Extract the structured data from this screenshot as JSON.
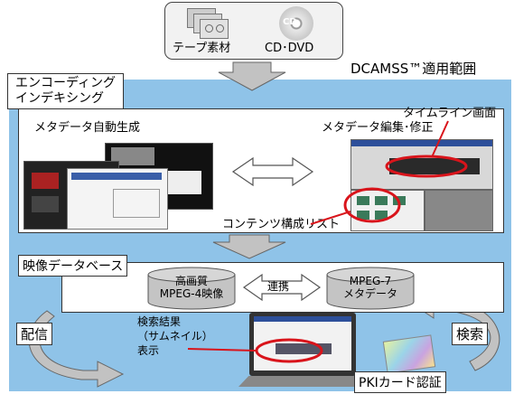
{
  "source": {
    "tape_label": "テープ素材",
    "disc_label": "CD･DVD",
    "disc_icon_text": "CD"
  },
  "scope_label": "DCAMSS™適用範囲",
  "encoding": {
    "title_line1": "エンコーディング",
    "title_line2": "インデキシング",
    "auto_gen": "メタデータ自動生成",
    "edit": "メタデータ編集･修正",
    "timeline": "タイムライン画面",
    "content_list": "コンテンツ構成リスト"
  },
  "database": {
    "title": "映像データベース",
    "left_line1": "高画質",
    "left_line2": "MPEG-4映像",
    "link": "連携",
    "right_line1": "MPEG-7",
    "right_line2": "メタデータ"
  },
  "bottom": {
    "deliver": "配信",
    "search": "検索",
    "result_line1": "検索結果",
    "result_line2": "（サムネイル）",
    "result_line3": "表示",
    "pki": "PKIカード認証"
  },
  "colors": {
    "scope_bg": "#8fc3e8",
    "highlight_red": "#d9141b",
    "arrow_gray": "#b8b8b8",
    "cylinder_gray": "#c4c4c4"
  }
}
